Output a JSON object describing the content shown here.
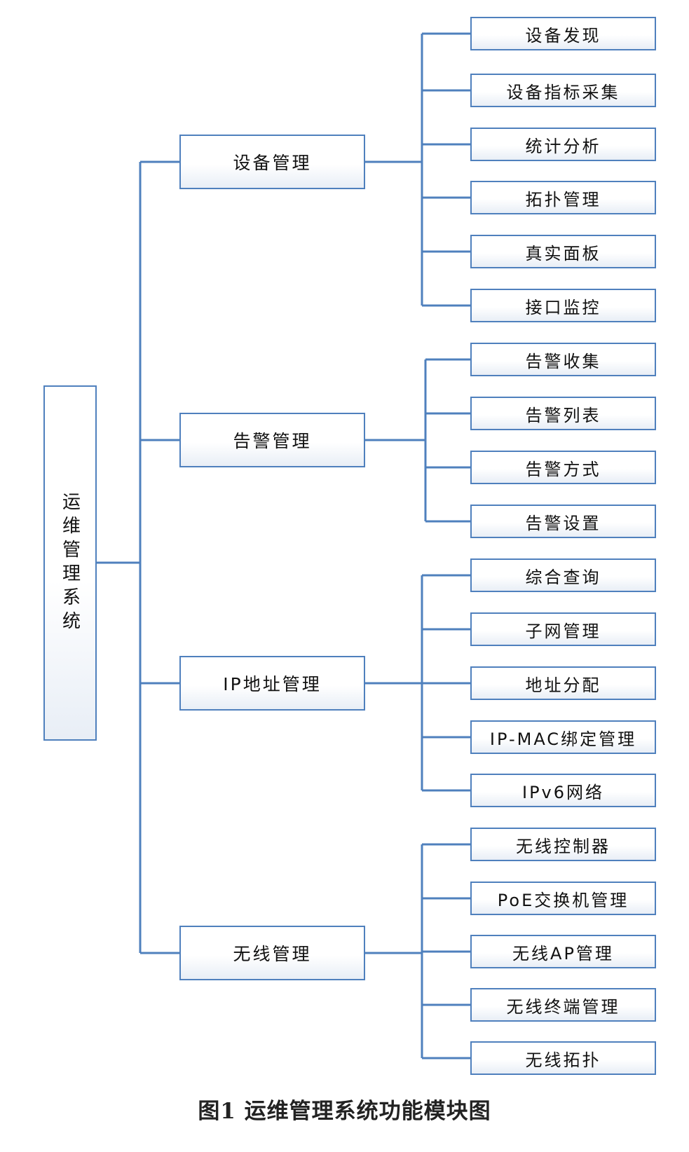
{
  "diagram": {
    "root": "运维管理系统",
    "branches": [
      {
        "label": "设备管理",
        "children": [
          "设备发现",
          "设备指标采集",
          "统计分析",
          "拓扑管理",
          "真实面板",
          "接口监控"
        ]
      },
      {
        "label": "告警管理",
        "children": [
          "告警收集",
          "告警列表",
          "告警方式",
          "告警设置"
        ]
      },
      {
        "label": "IP地址管理",
        "children": [
          "综合查询",
          "子网管理",
          "地址分配",
          "IP-MAC绑定管理",
          "IPv6网络"
        ]
      },
      {
        "label": "无线管理",
        "children": [
          "无线控制器",
          "PoE交换机管理",
          "无线AP管理",
          "无线终端管理",
          "无线拓扑"
        ]
      }
    ],
    "line_color": "#4f80bd"
  },
  "caption": "图1  运维管理系统功能模块图"
}
